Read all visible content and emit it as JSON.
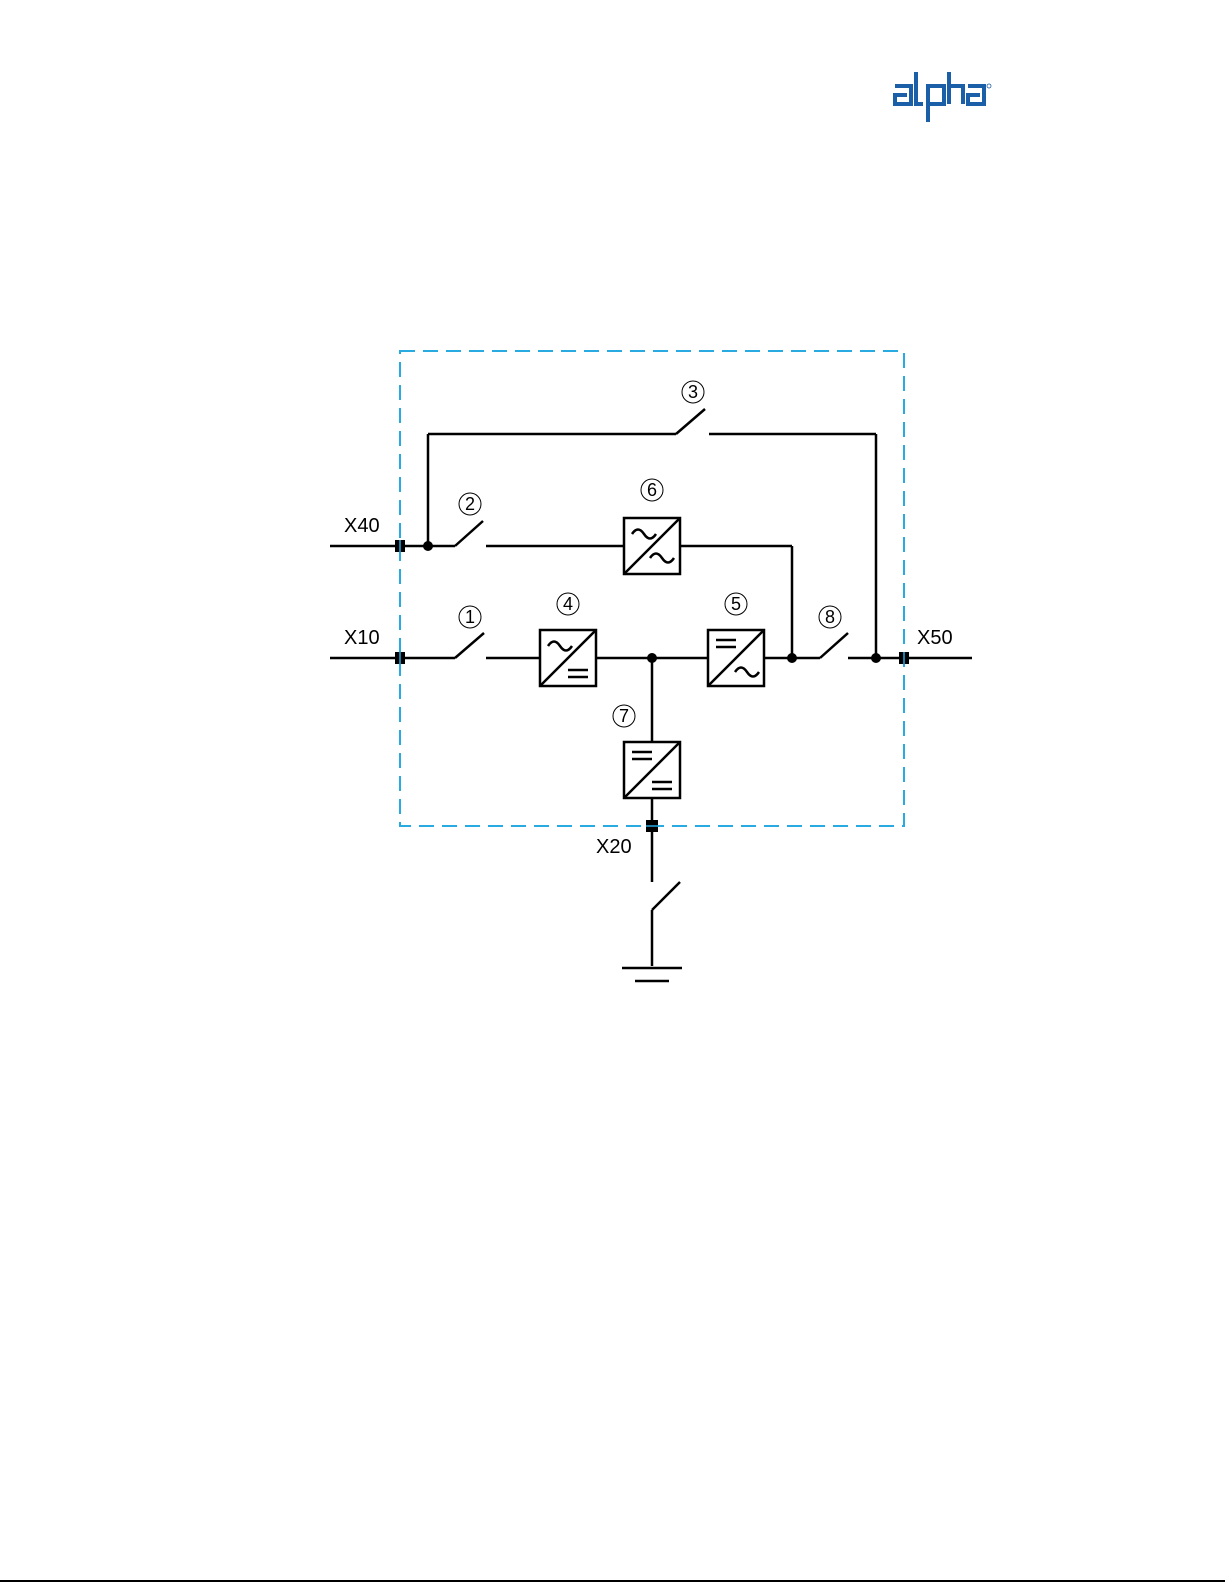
{
  "brand": {
    "name": "alpha",
    "color": "#1b5fa8"
  },
  "diagram": {
    "boundary_color": "#29abe2",
    "terminals": {
      "x40": "X40",
      "x10": "X10",
      "x50": "X50",
      "x20": "X20"
    },
    "callouts": {
      "c1": "1",
      "c2": "2",
      "c3": "3",
      "c4": "4",
      "c5": "5",
      "c6": "6",
      "c7": "7",
      "c8": "8"
    },
    "components": {
      "c1": "switch",
      "c2": "switch",
      "c3": "switch",
      "c8": "switch",
      "c4": "rectifier",
      "c5": "inverter",
      "c6": "ac-ac-converter",
      "c7": "dc-dc-converter"
    }
  }
}
